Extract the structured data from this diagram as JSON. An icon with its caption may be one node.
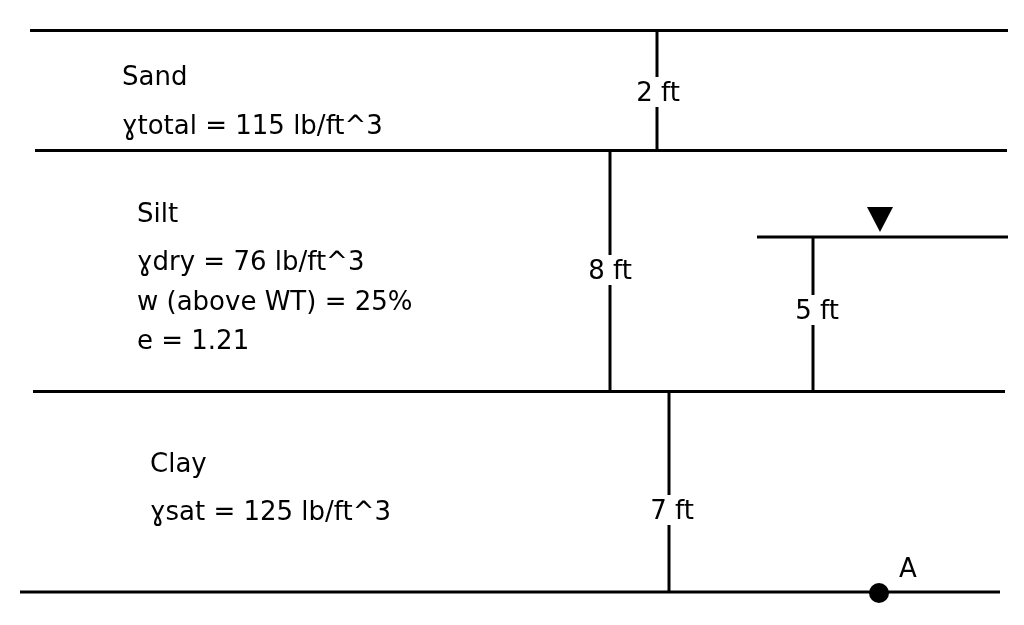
{
  "diagram": {
    "nodes": [
      {
        "text": [
          "Sand",
          "ɣtotal = 115 lb/ft^3"
        ]
      },
      {
        "text": [
          "Silt",
          "ɣdry = 76 lb/ft^3",
          "w (above WT) = 25%",
          "e = 1.21"
        ]
      },
      {
        "text": [
          "Clay",
          "ɣsat = 125 lb/ft^3"
        ]
      }
    ],
    "labels": [
      "2 ft",
      "8 ft",
      "5 ft",
      "7 ft",
      "A"
    ]
  }
}
